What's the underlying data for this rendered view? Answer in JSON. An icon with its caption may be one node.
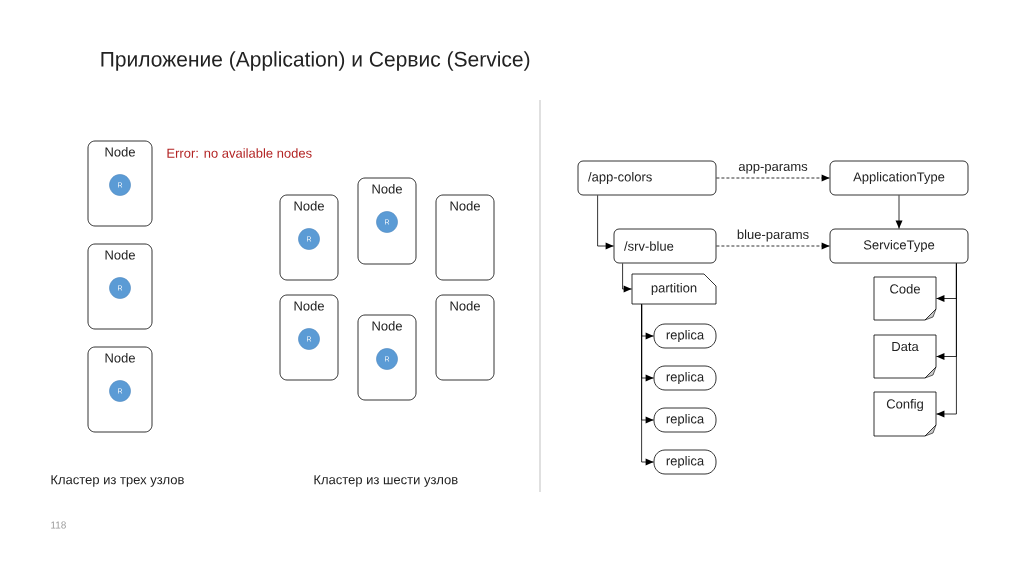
{
  "diagram": {
    "title": "Приложение (Application) и Сервис (Service)",
    "nodes": [
      {
        "text": [
          "Node"
        ]
      },
      {
        "text": [
          "R"
        ],
        "in": 0
      },
      {
        "text": [
          "Node"
        ]
      },
      {
        "text": [
          "R"
        ],
        "in": 2
      },
      {
        "text": [
          "Node"
        ]
      },
      {
        "text": [
          "R"
        ],
        "in": 4
      },
      {
        "text": [
          "Node"
        ]
      },
      {
        "text": [
          "R"
        ],
        "in": 6
      },
      {
        "text": [
          "Node"
        ]
      },
      {
        "text": [
          "R"
        ],
        "in": 8
      },
      {
        "text": [
          "Node"
        ]
      },
      {
        "text": [
          "Node"
        ]
      },
      {
        "text": [
          "R"
        ],
        "in": 11
      },
      {
        "text": [
          "Node"
        ]
      },
      {
        "text": [
          "R"
        ],
        "in": 13
      },
      {
        "text": [
          "Node"
        ]
      },
      {
        "text": [
          "/app-colors"
        ]
      },
      {
        "text": [
          "ApplicationType"
        ]
      },
      {
        "text": [
          "/srv-blue"
        ]
      },
      {
        "text": [
          "ServiceType"
        ]
      },
      {
        "text": [
          "partition"
        ]
      },
      {
        "text": [
          "replica"
        ]
      },
      {
        "text": [
          "replica"
        ]
      },
      {
        "text": [
          "replica"
        ]
      },
      {
        "text": [
          "replica"
        ]
      },
      {
        "text": [
          "Code"
        ]
      },
      {
        "text": [
          "Data"
        ]
      },
      {
        "text": [
          "Config"
        ]
      }
    ],
    "edges": [
      {
        "from": 16,
        "to": 17,
        "arrow": "to",
        "label": "app-params",
        "style": "dashed"
      },
      {
        "from": 16,
        "to": 18,
        "arrow": "to"
      },
      {
        "from": 17,
        "to": 19,
        "arrow": "to"
      },
      {
        "from": 18,
        "to": 19,
        "arrow": "to",
        "label": "blue-params",
        "style": "dashed"
      },
      {
        "from": 18,
        "to": 20,
        "arrow": "to"
      },
      {
        "from": 20,
        "to": 21,
        "arrow": "to"
      },
      {
        "from": 20,
        "to": 22,
        "arrow": "to"
      },
      {
        "from": 20,
        "to": 23,
        "arrow": "to"
      },
      {
        "from": 20,
        "to": 24,
        "arrow": "to"
      },
      {
        "from": 19,
        "to": 25,
        "arrow": "to"
      },
      {
        "from": 19,
        "to": 26,
        "arrow": "to"
      },
      {
        "from": 19,
        "to": 27,
        "arrow": "to"
      }
    ],
    "labels": [
      "Error: no available nodes",
      "Кластер из трех узлов",
      "Кластер из шести узлов",
      "118"
    ]
  }
}
